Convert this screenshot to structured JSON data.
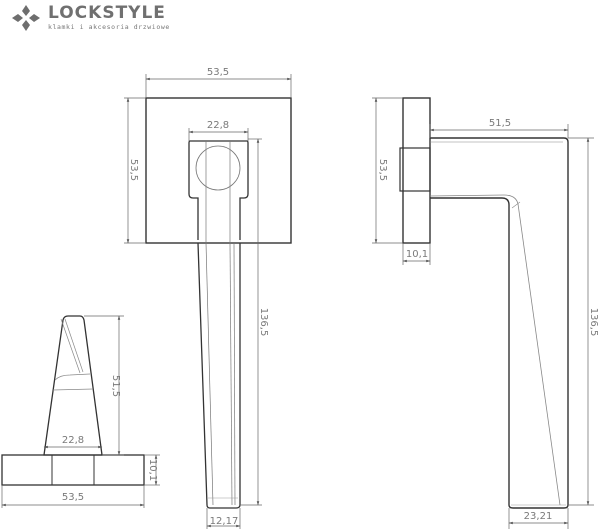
{
  "logo": {
    "brand": "LOCKSTYLE",
    "tagline": "klamki i akcesoria drzwiowe",
    "icon": "diamond-cross-logo-icon",
    "color": "#707070"
  },
  "drawing": {
    "line_color": "#333333",
    "dim_color": "#7a7a7a",
    "front_view": {
      "rosette_width": "53,5",
      "rosette_height": "53,5",
      "neck_width": "22,8",
      "handle_length": "136,5",
      "handle_tip_width": "12,17"
    },
    "side_view": {
      "projection": "51,5",
      "rosette_height": "53,5",
      "rosette_depth": "10,1",
      "handle_length": "136,5",
      "handle_tip_width": "23,21"
    },
    "top_view": {
      "height": "51,5",
      "neck_width": "22,8",
      "base_width": "53,5",
      "base_depth": "10,1"
    }
  }
}
